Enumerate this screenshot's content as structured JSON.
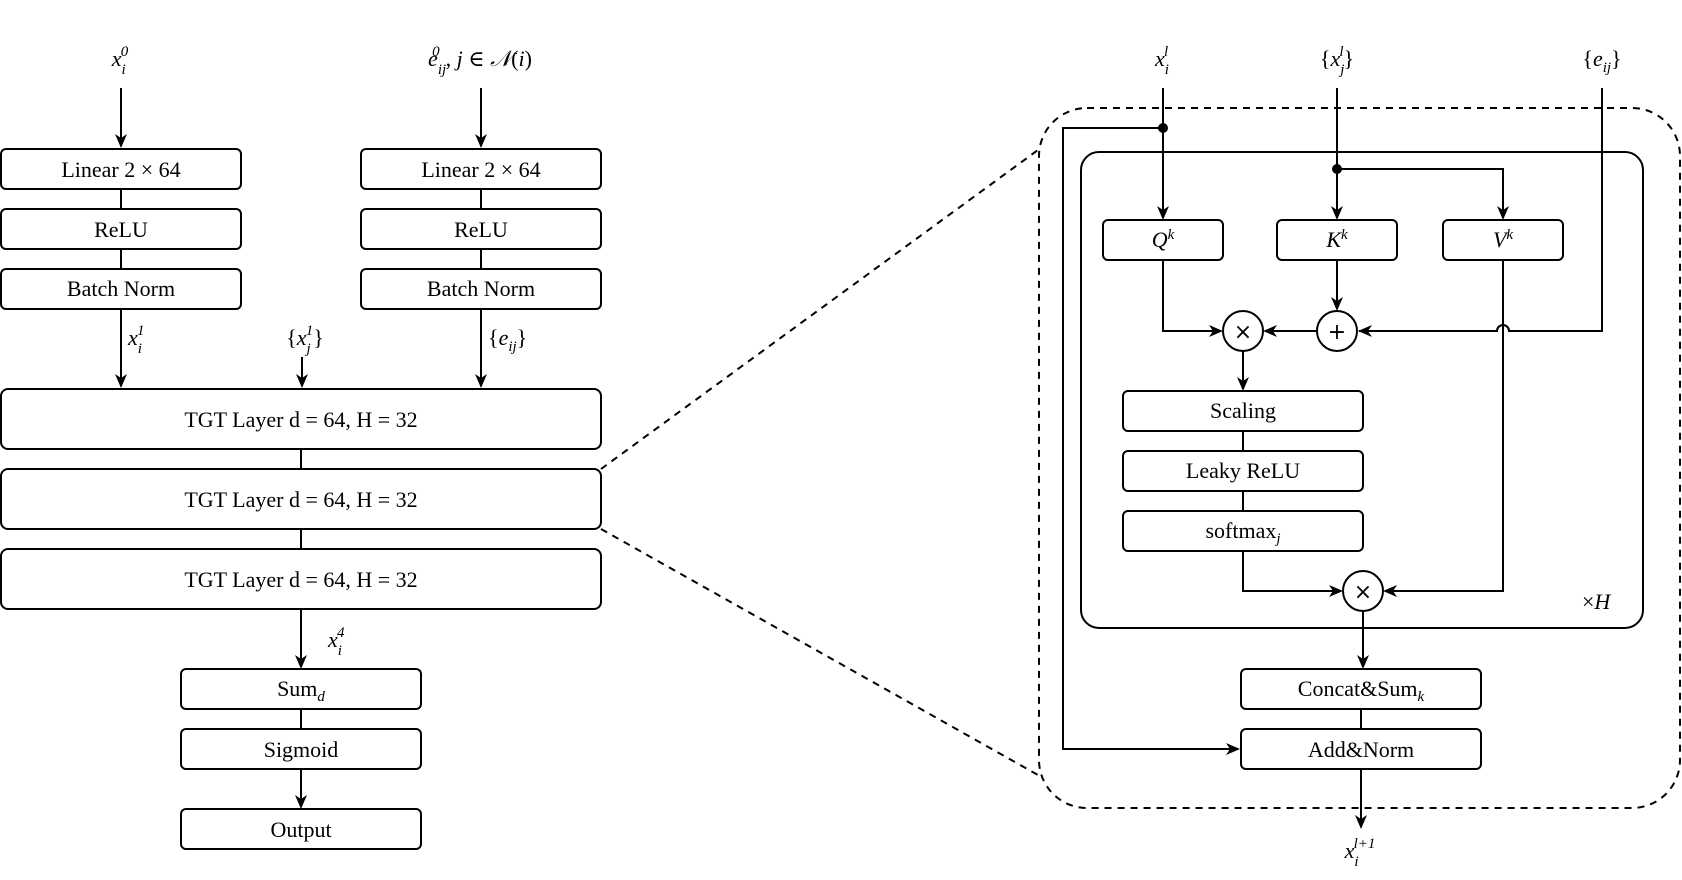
{
  "left": {
    "inputs": {
      "node_input": "x_i^0",
      "edge_input": "e_ij^0, j ∈ N(i)"
    },
    "node_encoder": [
      "Linear 2 × 64",
      "ReLU",
      "Batch Norm"
    ],
    "edge_encoder": [
      "Linear 2 × 64",
      "ReLU",
      "Batch Norm"
    ],
    "mid_labels": {
      "node_feat": "x_i^1",
      "neighbor_feat": "{x_j^1}",
      "edge_feat": "{e_ij}"
    },
    "tgt_layers": [
      "TGT Layer d = 64, H = 32",
      "TGT Layer d = 64, H = 32",
      "TGT Layer d = 64, H = 32"
    ],
    "output_label": "x_i^4",
    "head": [
      "Sum_d",
      "Sigmoid",
      "Output"
    ]
  },
  "detail": {
    "inputs": {
      "node": "x_i^l",
      "neighbors": "{x_j^l}",
      "edges": "{e_ij}"
    },
    "projections": [
      "Q^k",
      "K^k",
      "V^k"
    ],
    "ops": {
      "mult1": "×",
      "plus": "+",
      "mult2": "×"
    },
    "attention_stack": [
      "Scaling",
      "Leaky ReLU",
      "softmax_j"
    ],
    "head_count": "×H",
    "post": [
      "Concat&Sum_k",
      "Add&Norm"
    ],
    "output": "x_i^{l+1}"
  }
}
